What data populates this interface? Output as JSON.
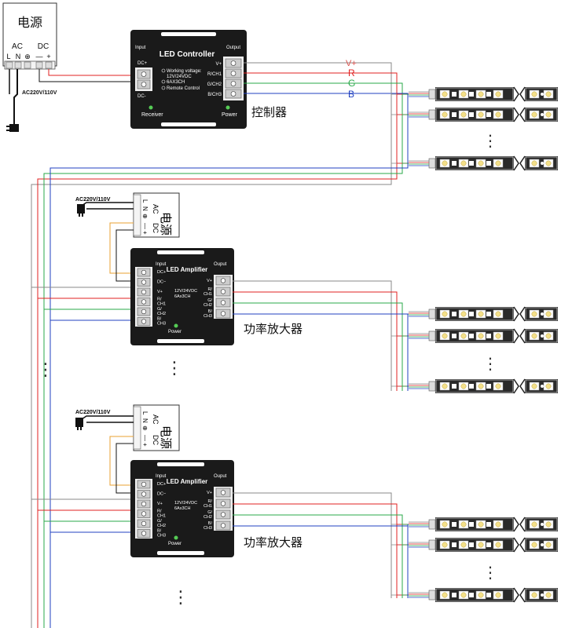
{
  "colors": {
    "vplus": "#d9534f",
    "red": "#e02020",
    "green": "#2aa84a",
    "blue": "#2040c0",
    "wire_grey": "#888888",
    "box": "#222222",
    "power_wire": "#e8a030"
  },
  "psu_top": {
    "title": "电源",
    "ac": "AC",
    "dc": "DC",
    "terms": [
      "L",
      "N",
      "⊕",
      "—",
      "+"
    ],
    "plug_label": "AC220V/110V"
  },
  "controller": {
    "name": "LED Controller",
    "input": "Input",
    "output": "Output",
    "dc_plus": "DC+",
    "dc_minus": "DC-",
    "spec1": "Working voltage:",
    "spec2": "12V/24VDC",
    "spec3": "6AX3CH",
    "spec4": "Remote Control",
    "receiver": "Receiver",
    "power": "Power",
    "out_terms": [
      "V+",
      "R/CH1",
      "G/CH2",
      "B/CH3"
    ],
    "caption": "控制器"
  },
  "bus_labels": [
    "V+",
    "R",
    "G",
    "B"
  ],
  "psu_mid": {
    "title": "电源",
    "plug_label": "AC220V/110V",
    "ac": "AC",
    "dc": "DC",
    "terms": [
      "L",
      "N",
      "⊕",
      "—",
      "+"
    ]
  },
  "amp": {
    "name": "LED Amplifier",
    "input": "Input",
    "output": "Ouput",
    "in_terms": [
      "DC+",
      "DC−",
      "V+",
      "R/\nCH1",
      "G/\nCH2",
      "B/\nCH3"
    ],
    "spec1": "12V/24VDC",
    "spec2": "6Ax3CH",
    "power": "Power",
    "out_terms": [
      "V+",
      "R/\nCH1",
      "G/\nCH2",
      "B/\nCH3"
    ],
    "caption": "功率放大器"
  },
  "dots": "⋮"
}
